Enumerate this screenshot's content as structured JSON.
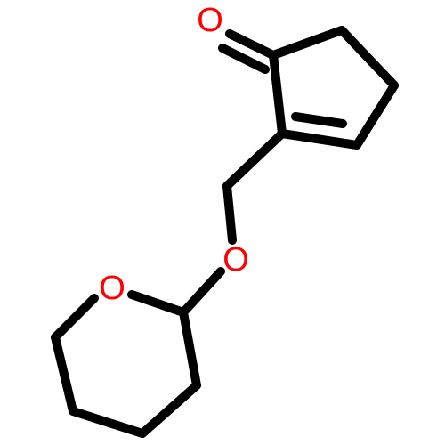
{
  "molecule": {
    "atoms": [
      {
        "id": "ketone-oxygen",
        "label": "O",
        "color": "#ff0000"
      },
      {
        "id": "ether-oxygen",
        "label": "O",
        "color": "#ff0000"
      },
      {
        "id": "ring-oxygen",
        "label": "O",
        "color": "#ff0000"
      }
    ],
    "bond_color": "#000000"
  }
}
